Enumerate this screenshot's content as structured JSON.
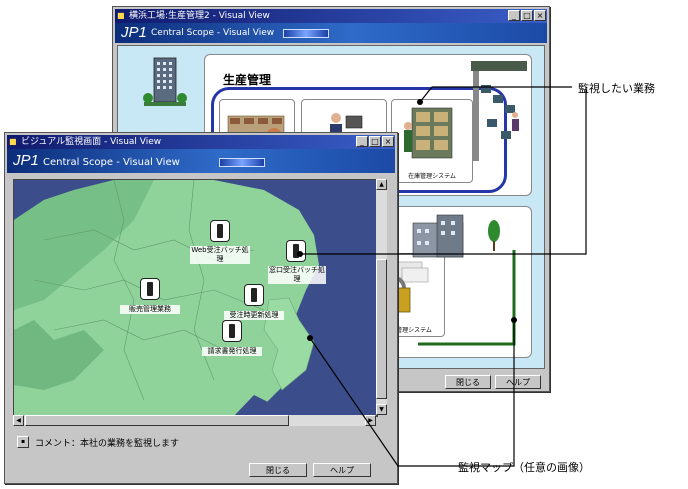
{
  "back_window": {
    "title": "横浜工場:生産管理2 - Visual View",
    "banner_logo": "JP1",
    "banner_subtitle": "Central Scope - Visual View",
    "section_title": "生産管理",
    "app_stock_label": "在庫管理システム",
    "app_inout_label": "入出金管理システム",
    "close_button": "閉じる",
    "help_button": "ヘルプ"
  },
  "front_window": {
    "title": "ビジュアル監視画面 - Visual View",
    "banner_logo": "JP1",
    "banner_subtitle": "Central Scope - Visual View",
    "map_nodes": [
      {
        "label": "Web受注バッチ処理"
      },
      {
        "label": "窓口受注バッチ処理"
      },
      {
        "label": "販売管理業務"
      },
      {
        "label": "受注時更新処理"
      },
      {
        "label": "請求書発行処理"
      }
    ],
    "comment": "コメント：本社の業務を監視します",
    "close_button": "閉じる",
    "help_button": "ヘルプ"
  },
  "callouts": {
    "monitored_business": "監視したい業務",
    "monitoring_map": "監視マップ（任意の画像）"
  },
  "colors": {
    "title_bar": "#101a6e",
    "banner": "#2f6bc9",
    "map_sea": "#3c4d8c",
    "map_land": "#8fd39a",
    "link_line": "#1e6b1e",
    "business_border": "#2436a8"
  },
  "icons": [
    "window-system-icon",
    "minimize-icon",
    "maximize-icon",
    "close-icon",
    "server-icon",
    "comment-icon",
    "building-icon",
    "tree-icon"
  ]
}
